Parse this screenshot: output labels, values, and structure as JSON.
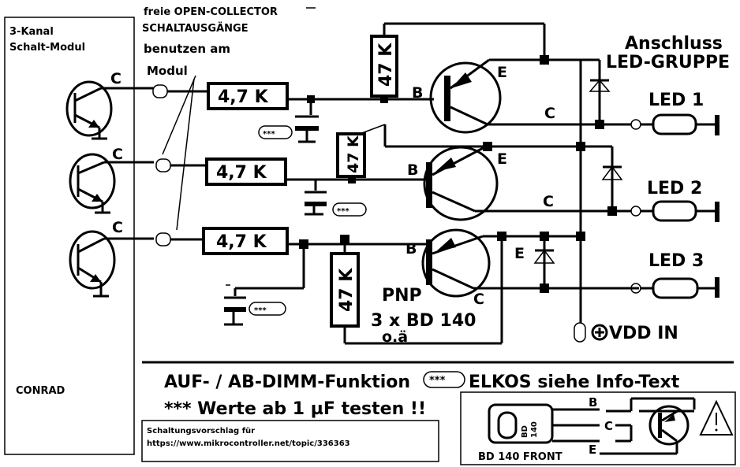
{
  "header": {
    "line1": "freie OPEN-COLLECTOR",
    "line2": "SCHALTAUSGÄNGE",
    "line3": "benutzen am",
    "line4": "Modul"
  },
  "module": {
    "title_line1": "3-Kanal",
    "title_line2": "Schalt-Modul",
    "brand": "CONRAD",
    "collector_label": "C"
  },
  "resistors": {
    "series_label": "4,7 K",
    "pull_label": "47 K"
  },
  "pnp": {
    "base_label": "B",
    "emitter_label": "E",
    "collector_label": "C",
    "type": "PNP",
    "part": "3 x BD 140",
    "alt": "o.ä"
  },
  "connection": {
    "line1": "Anschluss",
    "line2": "LED-GRUPPE"
  },
  "leds": [
    "LED 1",
    "LED 2",
    "LED 3"
  ],
  "vdd": {
    "label": "VDD IN"
  },
  "notes": {
    "mark": "***",
    "dimm_function": "AUF- / AB-DIMM-Funktion",
    "elko_info": "ELKOS siehe Info-Text",
    "test_values": "*** Werte ab 1 µF testen !!"
  },
  "suggestion": {
    "line1": "Schaltungsvorschlag für",
    "link": "https://www.mikrocontroller.net/topic/336363"
  },
  "pinout": {
    "package_line1": "BD",
    "package_line2": "140",
    "front_label": "BD  140  FRONT"
  }
}
